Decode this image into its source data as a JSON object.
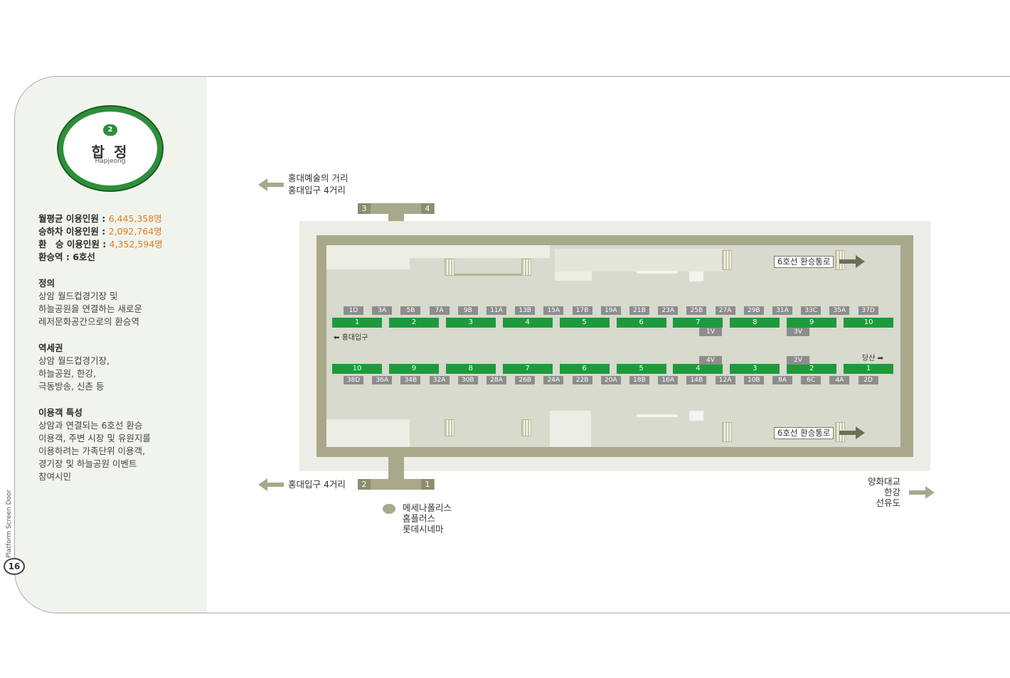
{
  "station": {
    "line_number": "2",
    "name_ko": "합 정",
    "name_en": "Hapjeong"
  },
  "stats": [
    {
      "label": "월평균 이용인원 : ",
      "value": "6,445,358명"
    },
    {
      "label": "승하차 이용인원 : ",
      "value": "2,092,764명"
    },
    {
      "label": "환　승 이용인원 : ",
      "value": "4,352,594명"
    },
    {
      "label": "환승역 : 6호선",
      "value": ""
    }
  ],
  "sections": [
    {
      "title": "정의",
      "lines": [
        "상암 월드컵경기장 및",
        "하늘공원을 연결하는 새로운",
        "레저문화공간으로의 환승역"
      ]
    },
    {
      "title": "역세권",
      "lines": [
        "상암 월드컵경기장,",
        "하늘공원, 한강,",
        "극동방송, 신촌 등"
      ]
    },
    {
      "title": "이용객 특성",
      "lines": [
        "상암과 연결되는 6호선 환승",
        "이용객, 주변 시장 및 유원지를",
        "이용하려는 가족단위 이용객,",
        "경기장 및 하늘공원 이벤트",
        "참여시민"
      ]
    }
  ],
  "side_label": "Platform Screen Door",
  "page_number": "16",
  "map": {
    "top_left_direction": [
      "홍대예술의 거리",
      "홍대입구 4거리"
    ],
    "bottom_left_direction": "홍대입구 4거리",
    "bottom_right_direction": [
      "양화대교",
      "한강",
      "선유도"
    ],
    "landmark": [
      "메세나폴리스",
      "홈플러스",
      "롯데시네마"
    ],
    "exits": {
      "top_left": "3",
      "top_right": "4",
      "bottom_left": "2",
      "bottom_right": "1"
    },
    "transfer_label": "6호선 환승통로",
    "upper_direction": "홍대입구",
    "lower_direction": "당산",
    "upper_doors": [
      "1D",
      "3A",
      "5B",
      "7A",
      "9B",
      "11A",
      "13B",
      "15A",
      "17B",
      "19A",
      "21B",
      "23A",
      "25B",
      "27A",
      "29B",
      "31A",
      "33C",
      "35A",
      "37D"
    ],
    "upper_cars": [
      "1",
      "2",
      "3",
      "4",
      "5",
      "6",
      "7",
      "8",
      "9",
      "10"
    ],
    "upper_vdoors": [
      "1V",
      "3V"
    ],
    "lower_vdoors": [
      "4V",
      "2V"
    ],
    "lower_cars": [
      "10",
      "9",
      "8",
      "7",
      "6",
      "5",
      "4",
      "3",
      "2",
      "1"
    ],
    "lower_doors": [
      "38D",
      "36A",
      "34B",
      "32A",
      "30B",
      "28A",
      "26B",
      "24A",
      "22B",
      "20A",
      "18B",
      "16A",
      "14B",
      "12A",
      "10B",
      "8A",
      "6C",
      "4A",
      "2D"
    ]
  },
  "colors": {
    "line2_green": "#2d8f3a",
    "car_green": "#1e9a3c",
    "accent_orange": "#e07b22",
    "olive": "#a8a88a"
  }
}
